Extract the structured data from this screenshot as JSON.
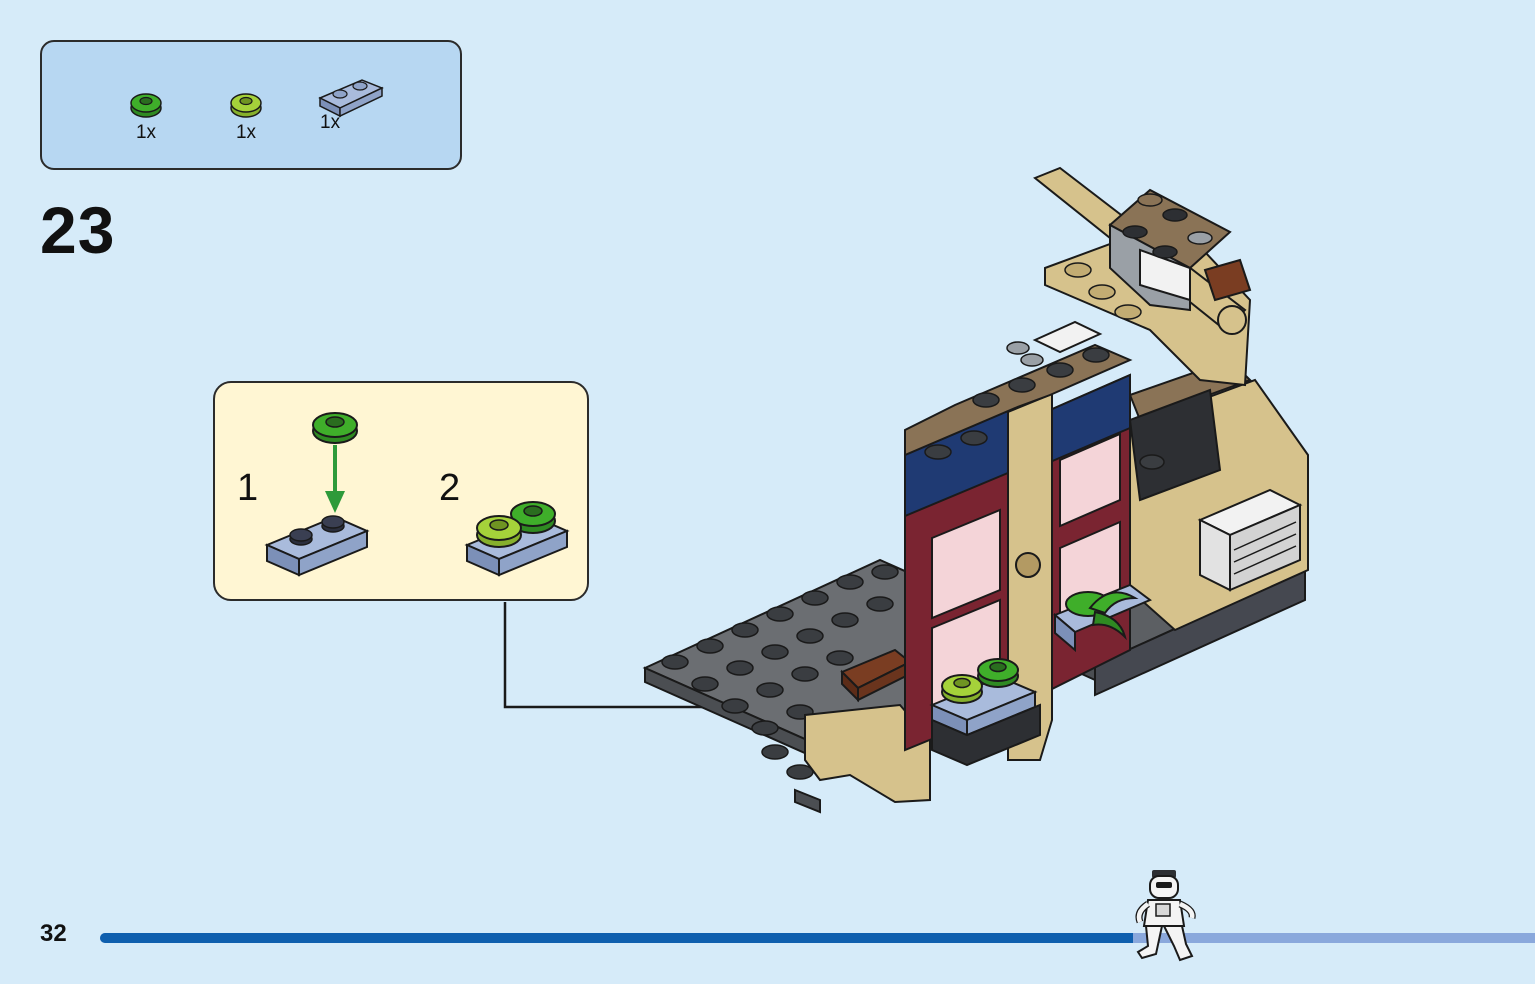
{
  "parts_list": [
    {
      "icon": "green-round-flower-plate-icon",
      "quantity": "1x",
      "color": "#3fae2a"
    },
    {
      "icon": "lime-round-flower-plate-icon",
      "quantity": "1x",
      "color": "#a5d23a"
    },
    {
      "icon": "sand-blue-plate-1x2-icon",
      "quantity": "1x",
      "color": "#8fa3c8"
    }
  ],
  "step": {
    "number": "23"
  },
  "callout": {
    "substeps": [
      {
        "label": "1"
      },
      {
        "label": "2"
      }
    ]
  },
  "footer": {
    "page_number": "32",
    "progress": 0.72
  },
  "colors": {
    "background": "#d6ebf9",
    "parts_box": "#b7d7f2",
    "callout": "#fff6d3",
    "progress_fill": "#0f5fae",
    "progress_track": "#8aa8dc"
  }
}
